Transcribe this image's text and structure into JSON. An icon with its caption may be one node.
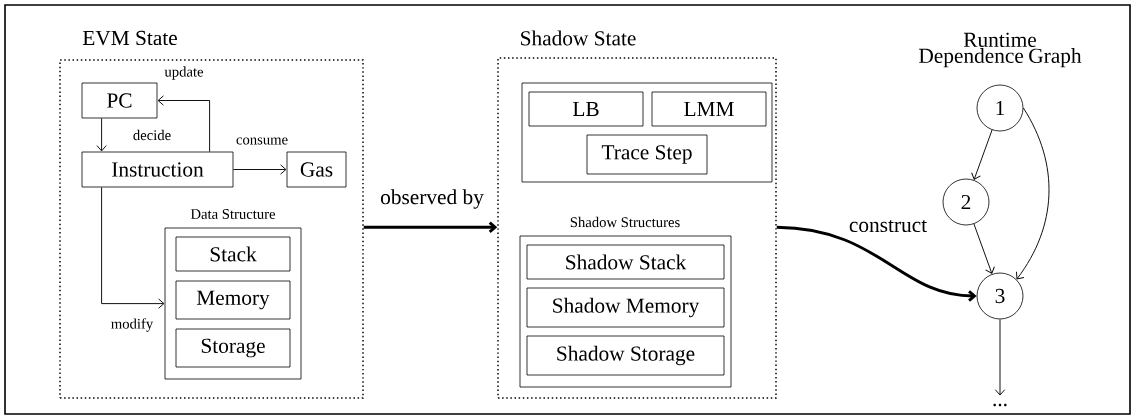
{
  "diagram": {
    "nodes": [
      {
        "text": [
          "EVM State"
        ]
      },
      {
        "text": [
          "PC"
        ],
        "in": 0
      },
      {
        "text": [
          "Instruction"
        ],
        "in": 0
      },
      {
        "text": [
          "Gas"
        ],
        "in": 0
      },
      {
        "text": [
          "Data Structure"
        ],
        "in": 0
      },
      {
        "text": [
          "Stack"
        ],
        "in": 4
      },
      {
        "text": [
          "Memory"
        ],
        "in": 4
      },
      {
        "text": [
          "Storage"
        ],
        "in": 4
      },
      {
        "text": [
          "Shadow State"
        ]
      },
      {
        "text": [],
        "shape": "box",
        "in": 8
      },
      {
        "text": [
          "LB"
        ],
        "in": 9
      },
      {
        "text": [
          "LMM"
        ],
        "in": 9
      },
      {
        "text": [
          "Trace Step"
        ],
        "in": 9
      },
      {
        "text": [
          "Shadow Structures"
        ],
        "in": 8
      },
      {
        "text": [
          "Shadow Stack"
        ],
        "in": 13
      },
      {
        "text": [
          "Shadow Memory"
        ],
        "in": 13
      },
      {
        "text": [
          "Shadow Storage"
        ],
        "in": 13
      },
      {
        "text": [
          "1"
        ]
      },
      {
        "text": [
          "2"
        ]
      },
      {
        "text": [
          "3"
        ]
      },
      {
        "text": [
          "..."
        ]
      }
    ],
    "edges": [
      {
        "from": 1,
        "to": 2,
        "arrow": "to",
        "label": "decide"
      },
      {
        "from": 2,
        "to": 1,
        "arrow": "to",
        "label": "update"
      },
      {
        "from": 2,
        "to": 3,
        "arrow": "to",
        "label": "consume"
      },
      {
        "from": 2,
        "to": 4,
        "arrow": "to",
        "label": "modify"
      },
      {
        "from": 0,
        "to": 8,
        "arrow": "to",
        "label": "observed by",
        "style": "thick"
      },
      {
        "from": 8,
        "to": 19,
        "arrow": "to",
        "label": "construct",
        "style": "thick"
      },
      {
        "from": 17,
        "to": 18,
        "arrow": "to"
      },
      {
        "from": 18,
        "to": 19,
        "arrow": "to"
      },
      {
        "from": 17,
        "to": 19,
        "arrow": "to"
      },
      {
        "from": 19,
        "to": 20,
        "arrow": "to"
      }
    ],
    "labels": [
      "Runtime Dependence Graph"
    ]
  }
}
